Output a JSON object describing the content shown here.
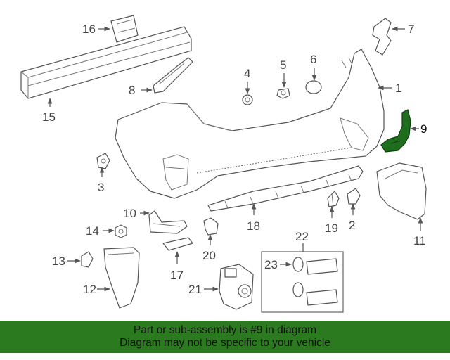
{
  "diagram": {
    "callouts": [
      "1",
      "2",
      "3",
      "4",
      "5",
      "6",
      "7",
      "8",
      "9",
      "10",
      "11",
      "12",
      "13",
      "14",
      "15",
      "16",
      "17",
      "18",
      "19",
      "20",
      "21",
      "22",
      "23"
    ],
    "highlighted_part": "9",
    "highlight_color": "#1e6e1e"
  },
  "banner": {
    "line1": "Part or sub-assembly is #9 in diagram",
    "line2": "Diagram may not be specific to your vehicle",
    "background": "#2c7a1f"
  }
}
